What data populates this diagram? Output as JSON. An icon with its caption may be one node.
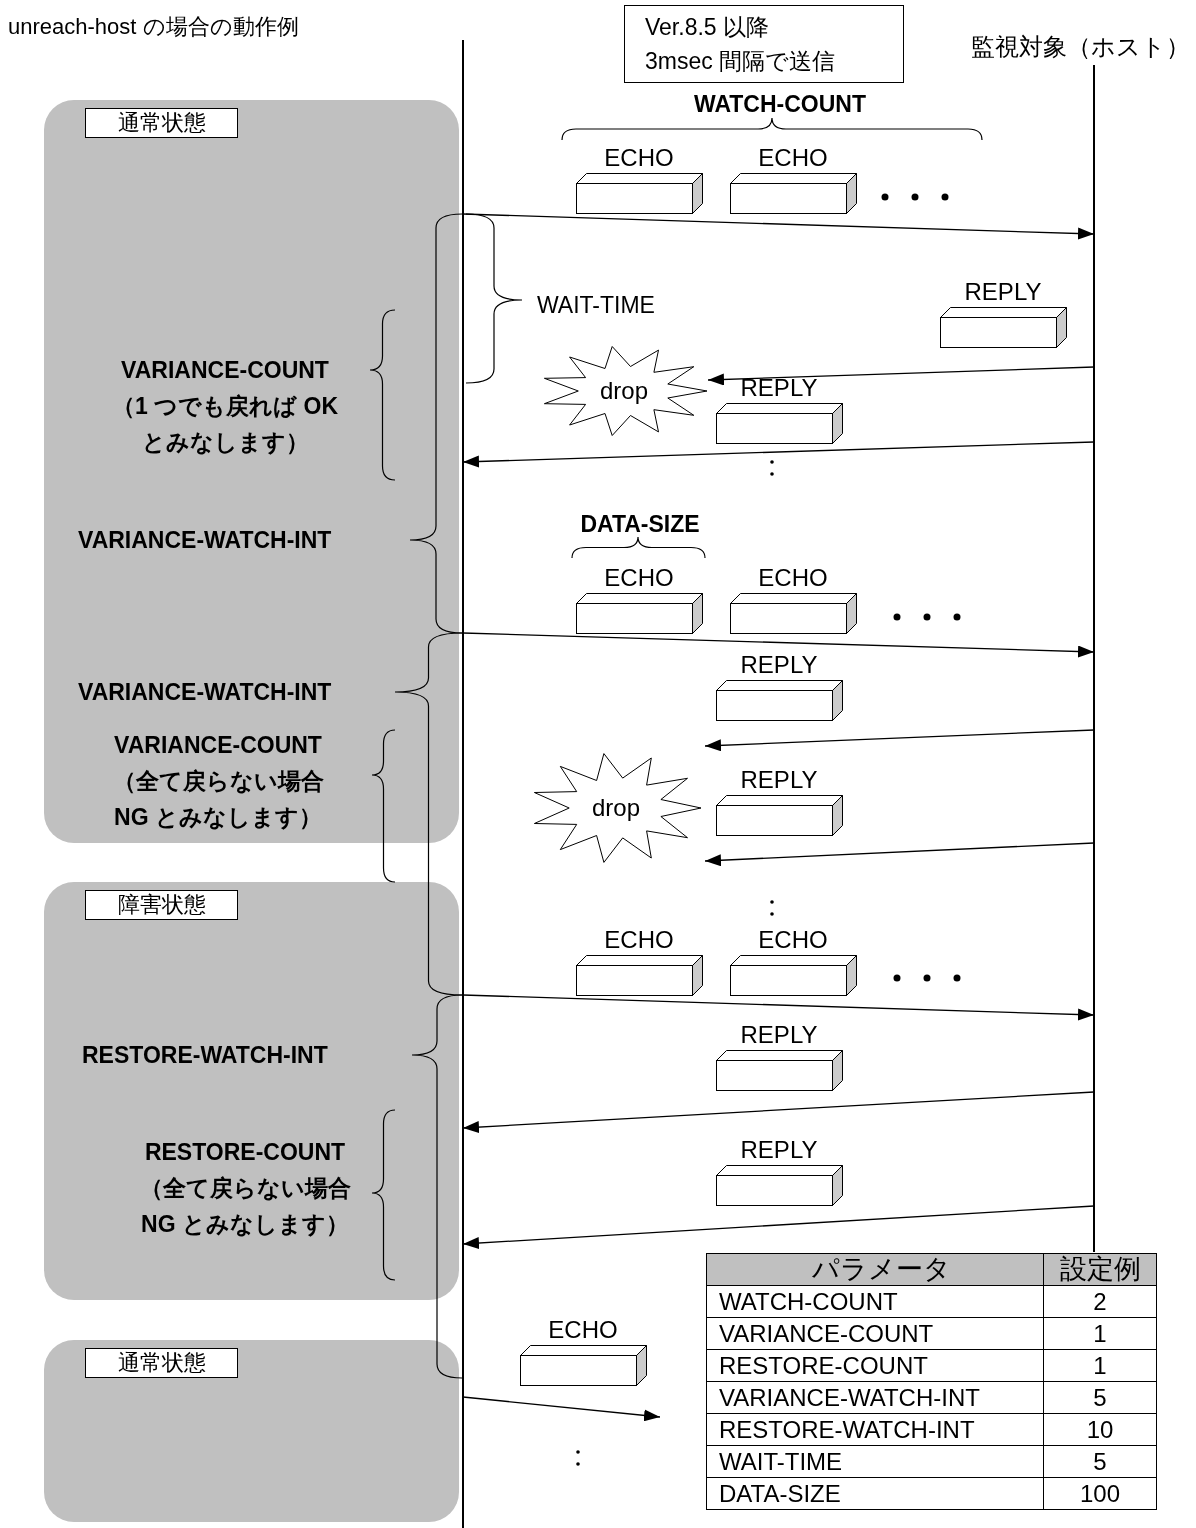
{
  "diagram": {
    "title": "unreach-host の場合の動作例",
    "nodes": [
      {
        "text": [],
        "shape": "bar"
      },
      {
        "text": [
          "監視対象（ホスト）"
        ]
      },
      {
        "text": [
          "Ver.8.5 以降",
          "3msec 間隔で送信"
        ]
      },
      {
        "text": [
          "通常状態"
        ]
      },
      {
        "text": [
          "障害状態"
        ]
      },
      {
        "text": [
          "通常状態"
        ]
      },
      {
        "text": [
          "ECHO"
        ]
      },
      {
        "text": [
          "ECHO"
        ]
      },
      {
        "text": [
          "REPLY"
        ]
      },
      {
        "text": [
          "drop"
        ]
      },
      {
        "text": [
          "REPLY"
        ]
      },
      {
        "text": [
          "ECHO"
        ]
      },
      {
        "text": [
          "ECHO"
        ]
      },
      {
        "text": [
          "REPLY"
        ]
      },
      {
        "text": [
          "drop"
        ]
      },
      {
        "text": [
          "REPLY"
        ]
      },
      {
        "text": [
          "ECHO"
        ]
      },
      {
        "text": [
          "ECHO"
        ]
      },
      {
        "text": [
          "REPLY"
        ]
      },
      {
        "text": [
          "REPLY"
        ]
      },
      {
        "text": [
          "ECHO"
        ]
      }
    ],
    "edges": [
      {
        "from": 0,
        "to": 1,
        "arrow": "to"
      },
      {
        "from": 1,
        "to": 9,
        "arrow": "to"
      },
      {
        "from": 1,
        "to": 0,
        "arrow": "to"
      },
      {
        "from": 0,
        "to": 1,
        "arrow": "to"
      },
      {
        "from": 1,
        "to": 13,
        "arrow": "to"
      },
      {
        "from": 1,
        "to": 15,
        "arrow": "to"
      },
      {
        "from": 0,
        "to": 1,
        "arrow": "to"
      },
      {
        "from": 1,
        "to": 0,
        "arrow": "to"
      },
      {
        "from": 1,
        "to": 0,
        "arrow": "to"
      },
      {
        "from": 0,
        "to": 20,
        "arrow": "to"
      }
    ],
    "labels": [
      "WATCH-COUNT",
      "WAIT-TIME",
      "VARIANCE-COUNT （1 つでも戻れば OK とみなします）",
      "VARIANCE-WATCH-INT",
      "DATA-SIZE",
      "VARIANCE-WATCH-INT",
      "VARIANCE-COUNT （全て戻らない場合 NG とみなします）",
      "RESTORE-WATCH-INT",
      "RESTORE-COUNT （全て戻らない場合 NG とみなします）",
      "パラメータ",
      "設定例",
      "WATCH-COUNT",
      "2",
      "VARIANCE-COUNT",
      "1",
      "RESTORE-COUNT",
      "1",
      "VARIANCE-WATCH-INT",
      "5",
      "RESTORE-WATCH-INT",
      "10",
      "WAIT-TIME",
      "5",
      "DATA-SIZE",
      "100"
    ]
  }
}
